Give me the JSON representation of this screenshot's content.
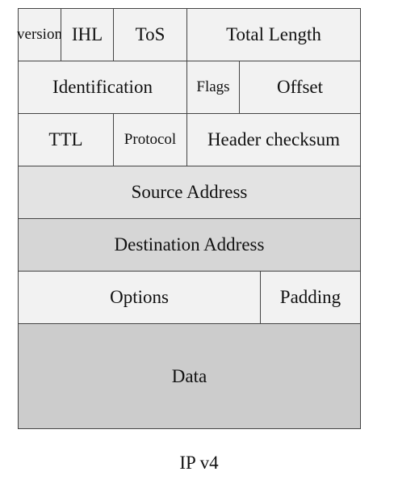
{
  "diagram": {
    "rows": [
      {
        "cells": [
          {
            "label": "version"
          },
          {
            "label": "IHL"
          },
          {
            "label": "ToS"
          },
          {
            "label": "Total Length"
          }
        ]
      },
      {
        "cells": [
          {
            "label": "Identification"
          },
          {
            "label": "Flags"
          },
          {
            "label": "Offset"
          }
        ]
      },
      {
        "cells": [
          {
            "label": "TTL"
          },
          {
            "label": "Protocol"
          },
          {
            "label": "Header checksum"
          }
        ]
      },
      {
        "cells": [
          {
            "label": "Source Address"
          }
        ]
      },
      {
        "cells": [
          {
            "label": "Destination Address"
          }
        ]
      },
      {
        "cells": [
          {
            "label": "Options"
          },
          {
            "label": "Padding"
          }
        ]
      },
      {
        "cells": [
          {
            "label": "Data"
          }
        ]
      }
    ],
    "caption": "IP v4",
    "colors": {
      "light": "#f2f2f2",
      "mid": "#e3e3e3",
      "darker": "#d6d6d6",
      "dark": "#cccccc",
      "border": "#444444"
    }
  }
}
